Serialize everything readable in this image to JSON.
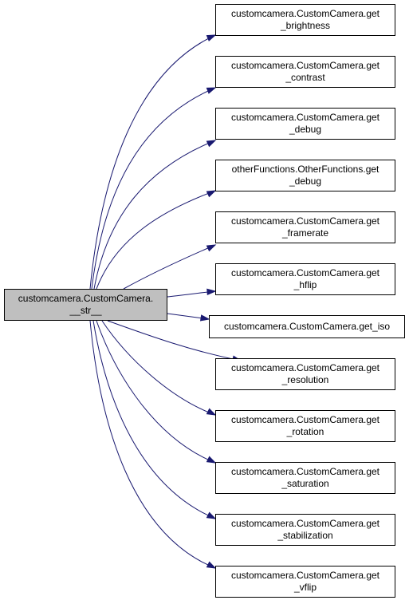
{
  "graph": {
    "root": {
      "line1": "customcamera.CustomCamera.",
      "line2": "__str__"
    },
    "callees": [
      {
        "line1": "customcamera.CustomCamera.get",
        "line2": "_brightness"
      },
      {
        "line1": "customcamera.CustomCamera.get",
        "line2": "_contrast"
      },
      {
        "line1": "customcamera.CustomCamera.get",
        "line2": "_debug"
      },
      {
        "line1": "otherFunctions.OtherFunctions.get",
        "line2": "_debug"
      },
      {
        "line1": "customcamera.CustomCamera.get",
        "line2": "_framerate"
      },
      {
        "line1": "customcamera.CustomCamera.get",
        "line2": "_hflip"
      },
      {
        "line1": "customcamera.CustomCamera.get_iso",
        "line2": ""
      },
      {
        "line1": "customcamera.CustomCamera.get",
        "line2": "_resolution"
      },
      {
        "line1": "customcamera.CustomCamera.get",
        "line2": "_rotation"
      },
      {
        "line1": "customcamera.CustomCamera.get",
        "line2": "_saturation"
      },
      {
        "line1": "customcamera.CustomCamera.get",
        "line2": "_stabilization"
      },
      {
        "line1": "customcamera.CustomCamera.get",
        "line2": "_vflip"
      }
    ],
    "colors": {
      "edge": "#191970",
      "root_fill": "#bfbfbf",
      "node_fill": "#ffffff",
      "border": "#000000"
    }
  }
}
